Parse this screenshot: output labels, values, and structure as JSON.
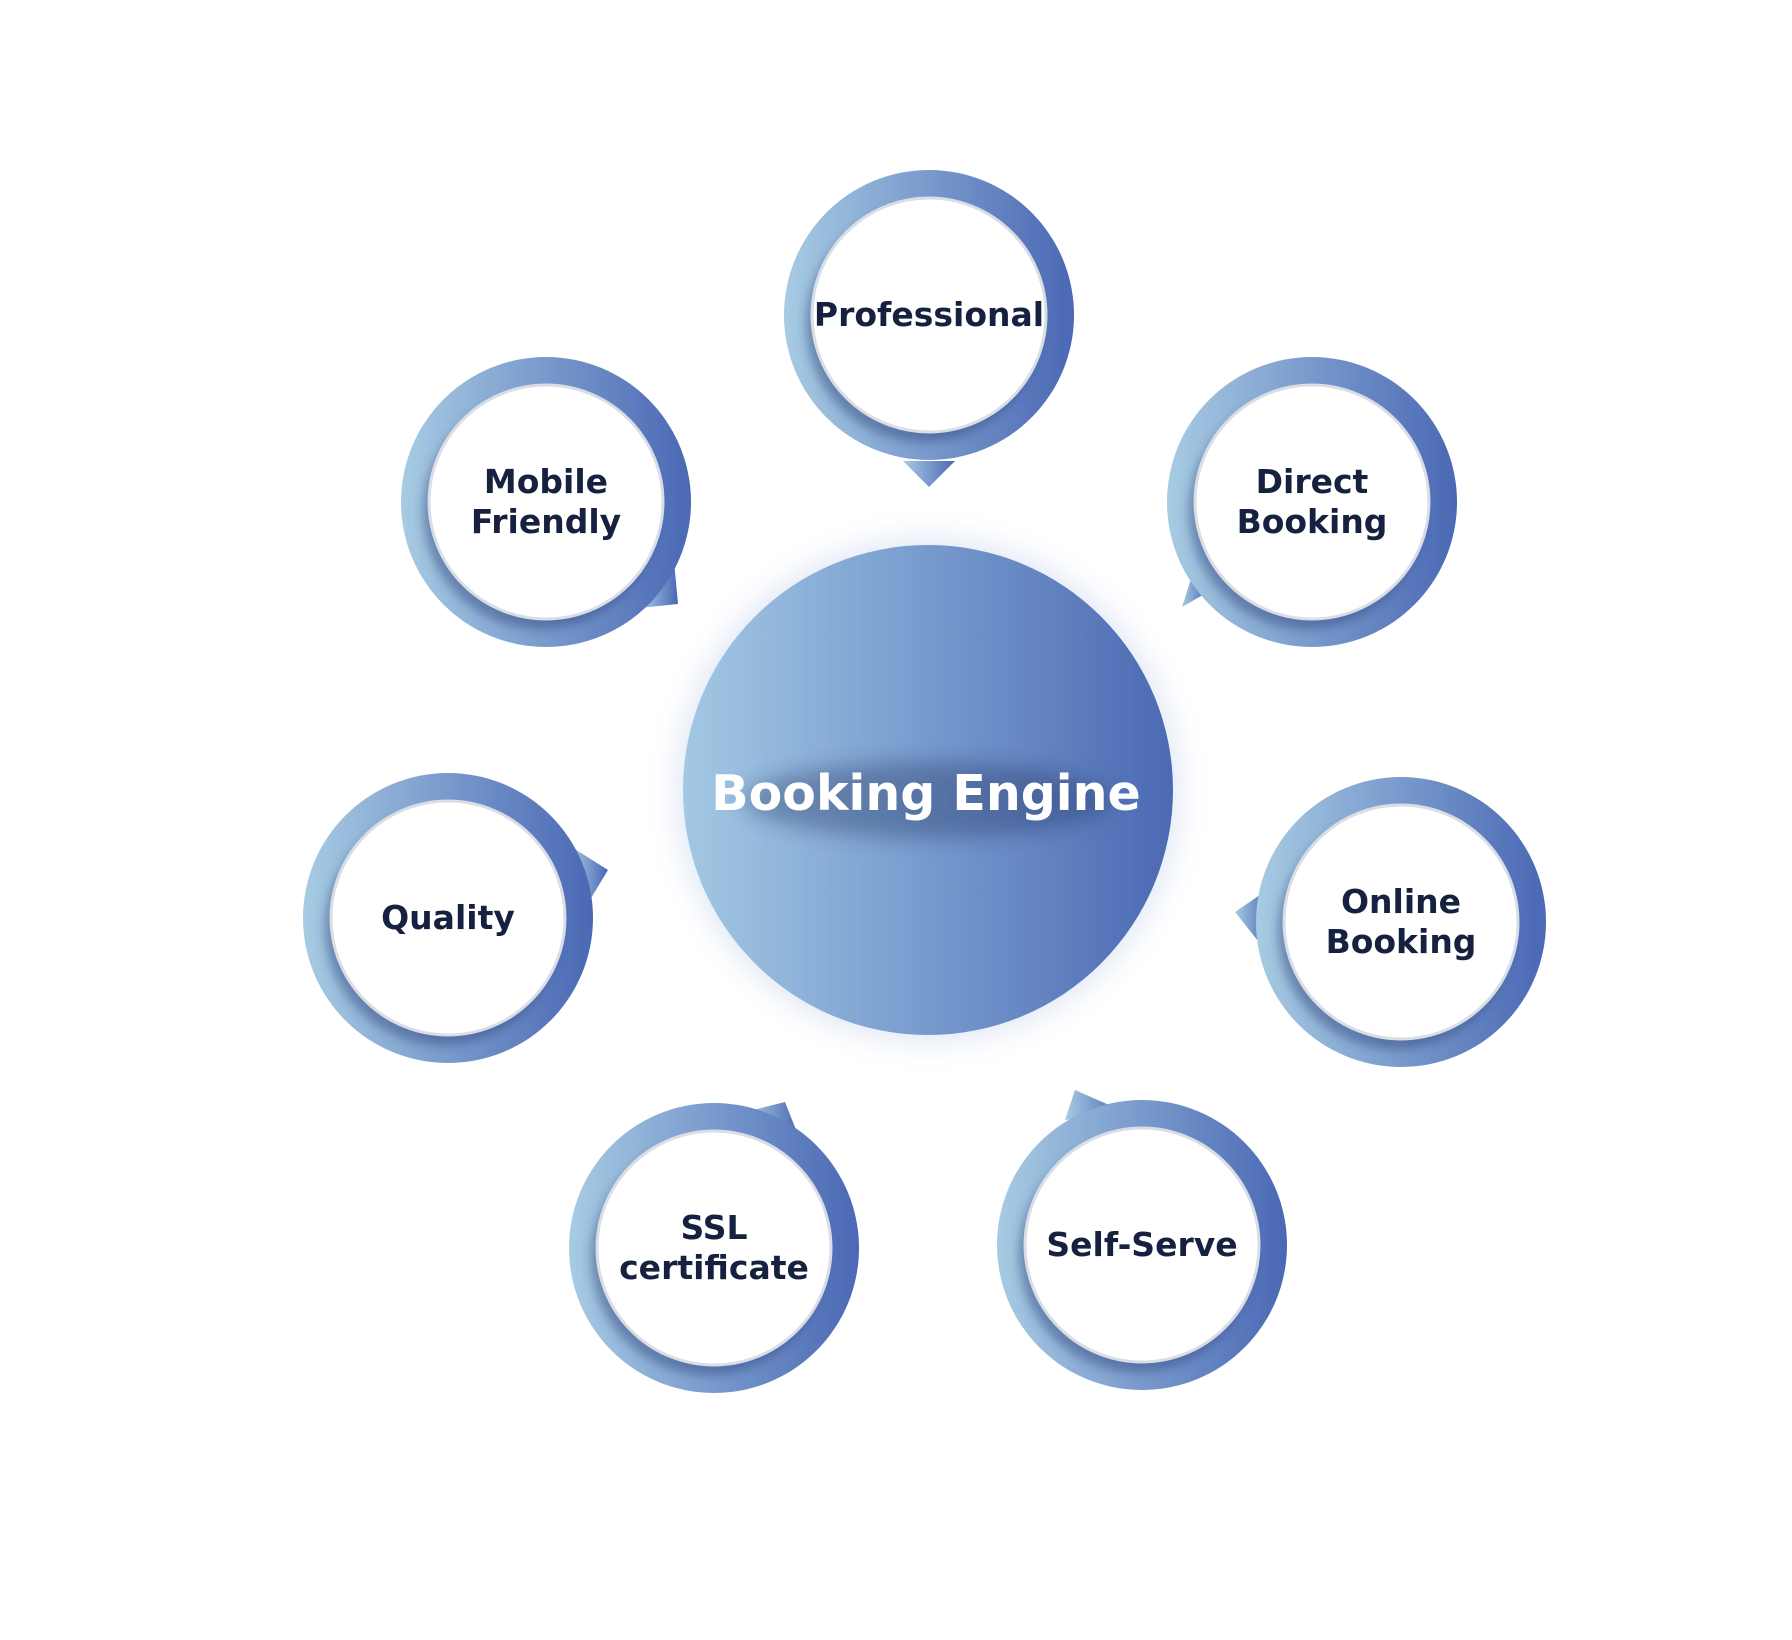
{
  "center": {
    "label": "Booking Engine"
  },
  "nodes": [
    {
      "id": "professional",
      "lines": [
        "Professional"
      ]
    },
    {
      "id": "direct-booking",
      "lines": [
        "Direct",
        "Booking"
      ]
    },
    {
      "id": "online-booking",
      "lines": [
        "Online",
        "Booking"
      ]
    },
    {
      "id": "self-serve",
      "lines": [
        "Self-Serve"
      ]
    },
    {
      "id": "ssl-certificate",
      "lines": [
        "SSL",
        "certificate"
      ]
    },
    {
      "id": "quality",
      "lines": [
        "Quality"
      ]
    },
    {
      "id": "mobile-friendly",
      "lines": [
        "Mobile",
        "Friendly"
      ]
    }
  ],
  "colors": {
    "gradient_light": "#a7cbe3",
    "gradient_dark": "#4a68b4",
    "node_text": "#16213f",
    "center_text": "#ffffff",
    "inner_fill": "#ffffff"
  }
}
